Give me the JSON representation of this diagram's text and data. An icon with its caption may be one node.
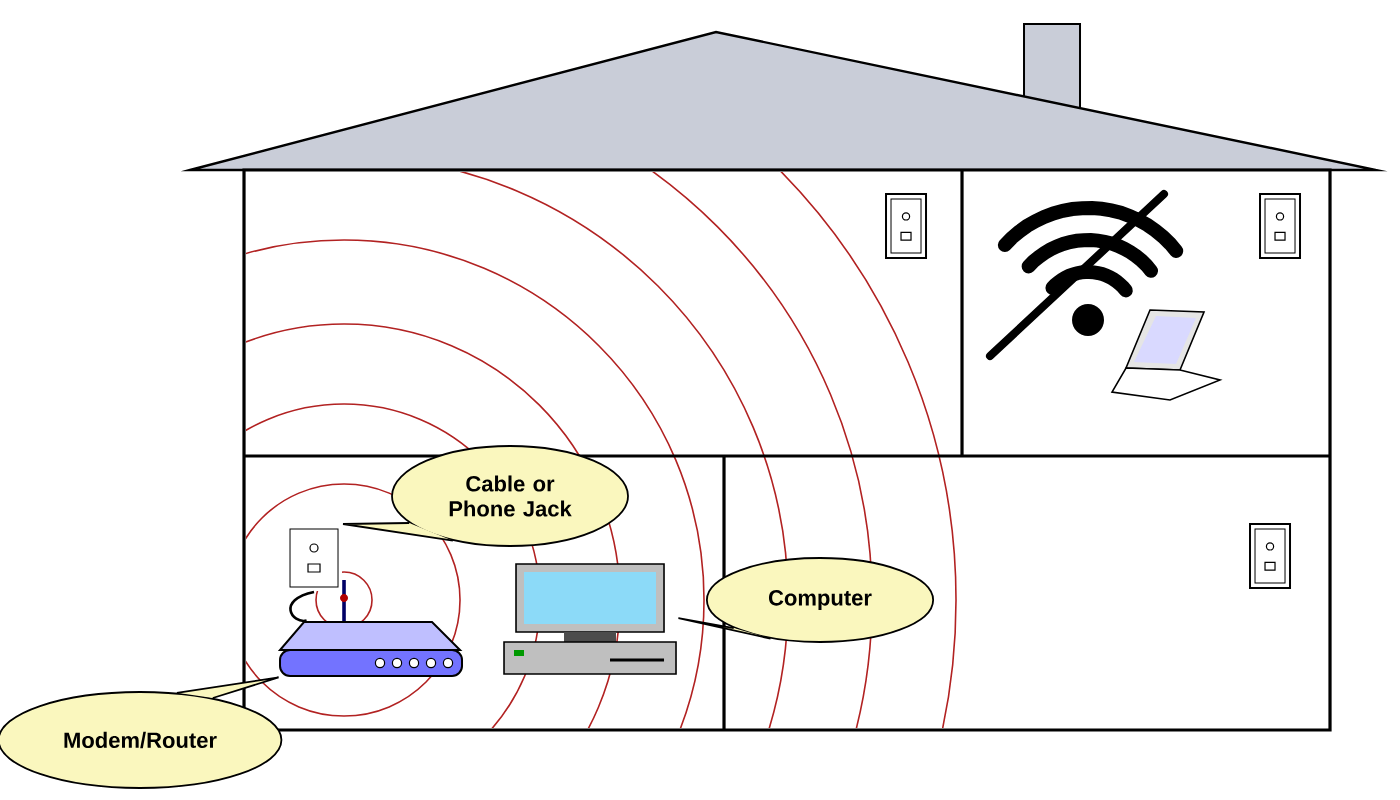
{
  "diagram": {
    "nodes": [
      {
        "text": [
          "Cable or Phone Jack"
        ]
      },
      {
        "text": [],
        "shape": "picture"
      },
      {
        "text": [
          "Computer"
        ]
      },
      {
        "text": [],
        "shape": "picture"
      },
      {
        "text": [
          "Modem/Router"
        ]
      },
      {
        "text": [],
        "shape": "picture"
      }
    ],
    "edges": [
      {
        "from": 0,
        "to": 1,
        "arrow": "none"
      },
      {
        "from": 2,
        "to": 3,
        "arrow": "none"
      },
      {
        "from": 4,
        "to": 5,
        "arrow": "none"
      },
      {
        "from": 1,
        "to": 5,
        "arrow": "none"
      }
    ]
  }
}
